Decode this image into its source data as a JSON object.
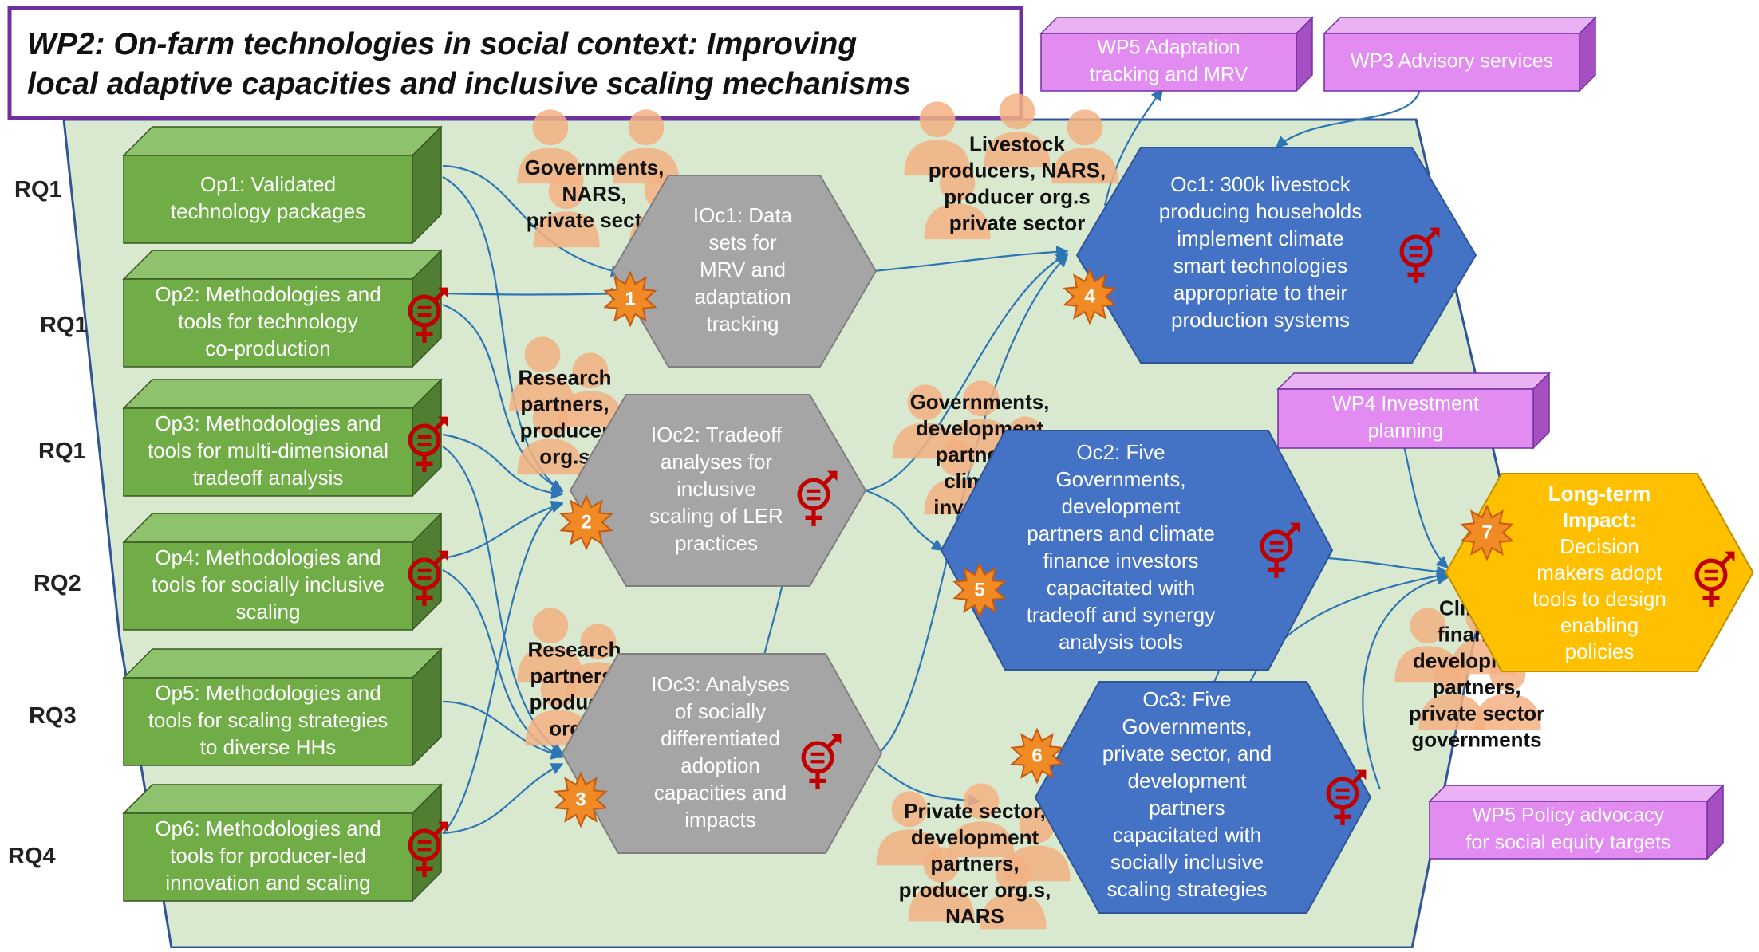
{
  "title": {
    "line1": "WP2: On-farm technologies in social context: Improving",
    "line2": "local adaptive capacities and inclusive scaling mechanisms"
  },
  "colors": {
    "panel": "#d9e9cf",
    "output_green": "#70ad47",
    "intermediate_grey": "#a5a5a5",
    "outcome_blue": "#4472c4",
    "impact_gold": "#ffc000",
    "wp_purple": "#e28cf2",
    "star_orange": "#f08a24",
    "gender_symbol": "#c00000",
    "arrow": "#2e75b6",
    "title_border": "#7030a0"
  },
  "rq_labels": [
    "RQ1",
    "RQ1",
    "RQ1",
    "RQ2",
    "RQ3",
    "RQ4"
  ],
  "outputs": [
    {
      "lines": [
        "Op1: Validated",
        "technology packages"
      ],
      "gender": false
    },
    {
      "lines": [
        "Op2: Methodologies and",
        "tools for technology",
        "co-production"
      ],
      "gender": true
    },
    {
      "lines": [
        "Op3: Methodologies and",
        "tools for multi-dimensional",
        "tradeoff analysis"
      ],
      "gender": true
    },
    {
      "lines": [
        "Op4: Methodologies and",
        "tools for socially inclusive",
        "scaling"
      ],
      "gender": true
    },
    {
      "lines": [
        "Op5: Methodologies and",
        "tools for scaling strategies",
        "to diverse HHs"
      ],
      "gender": false
    },
    {
      "lines": [
        "Op6: Methodologies and",
        "tools for producer-led",
        "innovation and scaling"
      ],
      "gender": true
    }
  ],
  "intermediate_outcomes": [
    {
      "num": "1",
      "lines": [
        "IOc1: Data",
        "sets for",
        "MRV and",
        "adaptation",
        "tracking"
      ],
      "gender": false
    },
    {
      "num": "2",
      "lines": [
        "IOc2: Tradeoff",
        "analyses for",
        "inclusive",
        "scaling of LER",
        "practices"
      ],
      "gender": true
    },
    {
      "num": "3",
      "lines": [
        "IOc3: Analyses",
        "of socially",
        "differentiated",
        "adoption",
        "capacities and",
        "impacts"
      ],
      "gender": true
    }
  ],
  "outcomes": [
    {
      "num": "4",
      "lines": [
        "Oc1: 300k livestock",
        "producing households",
        "implement climate",
        "smart technologies",
        "appropriate to their",
        "production systems"
      ],
      "gender": true
    },
    {
      "num": "5",
      "lines": [
        "Oc2: Five",
        "Governments,",
        "development",
        "partners and climate",
        "finance investors",
        "capacitated with",
        "tradeoff and synergy",
        "analysis tools"
      ],
      "gender": true
    },
    {
      "num": "6",
      "lines": [
        "Oc3: Five",
        "Governments,",
        "private sector, and",
        "development",
        "partners",
        "capacitated with",
        "socially inclusive",
        "scaling strategies"
      ],
      "gender": true
    }
  ],
  "impact": {
    "num": "7",
    "heading": [
      "Long-term",
      "Impact:"
    ],
    "lines": [
      "Decision",
      "makers adopt",
      "tools to design",
      "enabling",
      "policies"
    ],
    "gender": true
  },
  "actors": [
    {
      "lines": [
        "Governments,",
        "NARS,",
        "private sector"
      ]
    },
    {
      "lines": [
        "Livestock",
        "producers, NARS,",
        "producer org.s",
        "private sector"
      ]
    },
    {
      "lines": [
        "Research",
        "partners,",
        "producer",
        "org.s"
      ]
    },
    {
      "lines": [
        "Governments,",
        "development",
        "partners,",
        "climate",
        "investors"
      ]
    },
    {
      "lines": [
        "Research",
        "partners,",
        "producer",
        "org.s"
      ]
    },
    {
      "lines": [
        "Private sector,",
        "development",
        "partners,",
        "producer org.s,",
        "NARS"
      ]
    },
    {
      "lines": [
        "Climate",
        "finance,",
        "development",
        "partners,",
        "private sector",
        "governments"
      ]
    }
  ],
  "work_packages": [
    {
      "lines": [
        "WP5 Adaptation",
        "tracking and MRV"
      ]
    },
    {
      "lines": [
        "WP3 Advisory services"
      ]
    },
    {
      "lines": [
        "WP4 Investment",
        "planning"
      ]
    },
    {
      "lines": [
        "WP5 Policy advocacy",
        "for social equity targets"
      ]
    }
  ]
}
